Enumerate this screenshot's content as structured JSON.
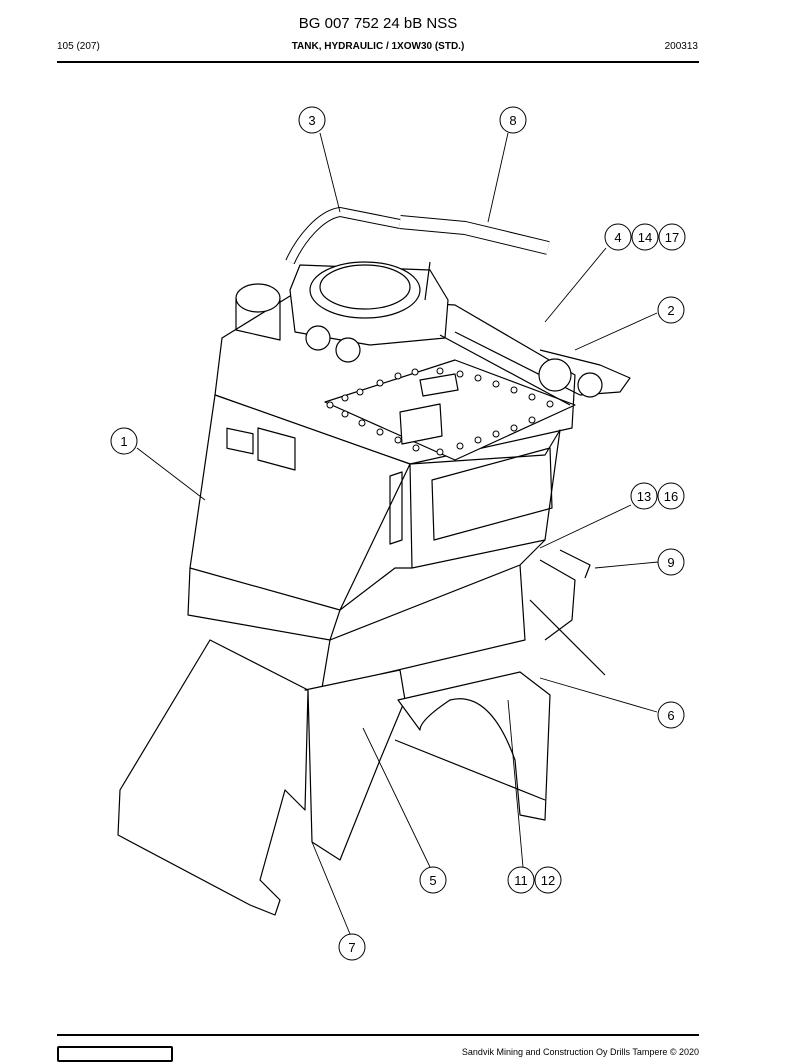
{
  "header": {
    "doc_title": "BG 007 752 24 bB NSS",
    "page": "105 (207)",
    "section": "TANK, HYDRAULIC / 1XOW30 (STD.)",
    "code": "200313"
  },
  "callouts": [
    "1",
    "2",
    "3",
    "4",
    "14",
    "17",
    "5",
    "6",
    "7",
    "8",
    "9",
    "11",
    "12",
    "13",
    "16"
  ],
  "footer": {
    "copyright": "Sandvik Mining and Construction Oy Drills Tampere © 2020"
  }
}
